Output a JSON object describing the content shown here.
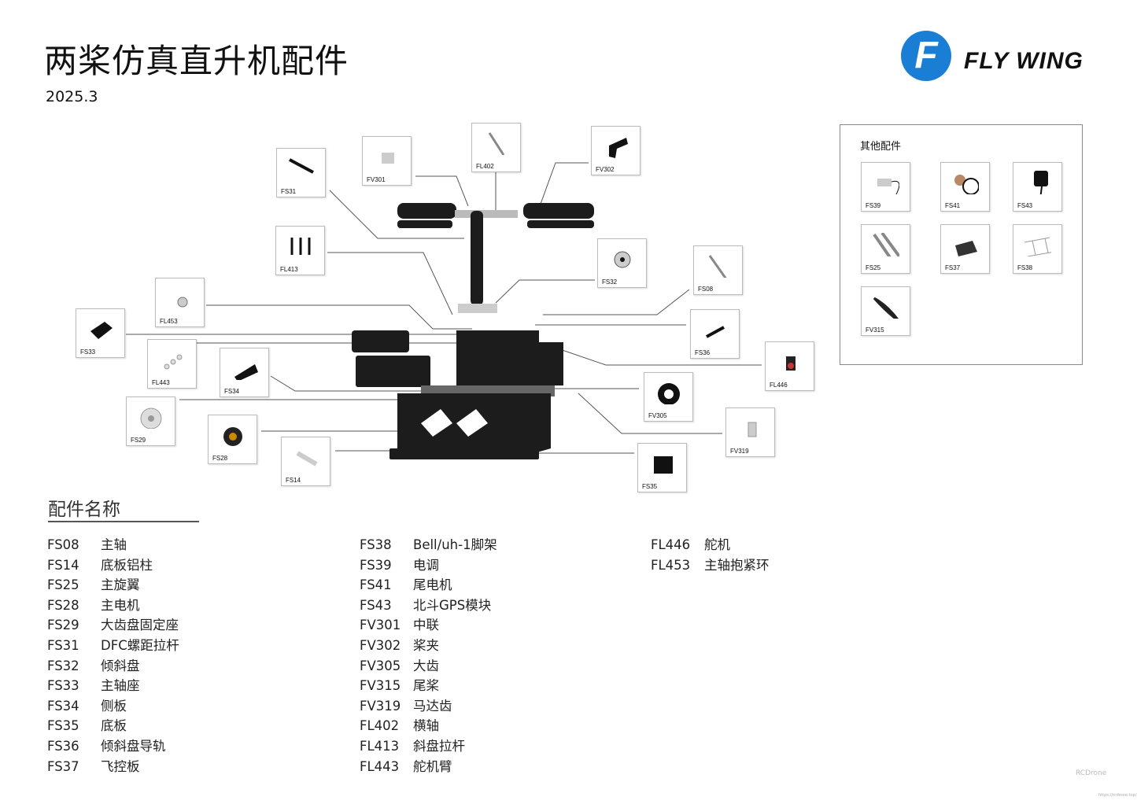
{
  "header": {
    "title": "两桨仿真直升机配件",
    "date": "2025.3",
    "logo_text": "FLY WING",
    "logo_letter": "F",
    "brand_color": "#1a7fd4"
  },
  "callouts": [
    "FS31",
    "FV301",
    "FL402",
    "FV302",
    "FL413",
    "FS32",
    "FS08",
    "FL453",
    "FS33",
    "FS36",
    "FL446",
    "FL443",
    "FS34",
    "FV305",
    "FS29",
    "FV319",
    "FS28",
    "FS14",
    "FS35"
  ],
  "other_parts": {
    "title": "其他配件",
    "items": [
      "FS39",
      "FS41",
      "FS43",
      "FS25",
      "FS37",
      "FS38",
      "FV315"
    ]
  },
  "parts_list": {
    "title": "配件名称",
    "columns": [
      [
        [
          "FS08",
          "主轴"
        ],
        [
          "FS14",
          "底板铝柱"
        ],
        [
          "FS25",
          "主旋翼"
        ],
        [
          "FS28",
          "主电机"
        ],
        [
          "FS29",
          "大齿盘固定座"
        ],
        [
          "FS31",
          "DFC螺距拉杆"
        ],
        [
          "FS32",
          "倾斜盘"
        ],
        [
          "FS33",
          "主轴座"
        ],
        [
          "FS34",
          "侧板"
        ],
        [
          "FS35",
          "底板"
        ],
        [
          "FS36",
          "倾斜盘导轨"
        ],
        [
          "FS37",
          "飞控板"
        ]
      ],
      [
        [
          "FS38",
          "Bell/uh-1脚架"
        ],
        [
          "FS39",
          "电调"
        ],
        [
          "FS41",
          "尾电机"
        ],
        [
          "FS43",
          "北斗GPS模块"
        ],
        [
          "FV301",
          "中联"
        ],
        [
          "FV302",
          "桨夹"
        ],
        [
          "FV305",
          "大齿"
        ],
        [
          "FV315",
          "尾桨"
        ],
        [
          "FV319",
          "马达齿"
        ],
        [
          "FL402",
          "横轴"
        ],
        [
          "FL413",
          "斜盘拉杆"
        ],
        [
          "FL443",
          "舵机臂"
        ]
      ],
      [
        [
          "FL446",
          "舵机"
        ],
        [
          "FL453",
          "主轴抱紧环"
        ]
      ]
    ]
  },
  "watermark": {
    "text": "RCDrone",
    "url": "https://rcdrone.top/"
  }
}
